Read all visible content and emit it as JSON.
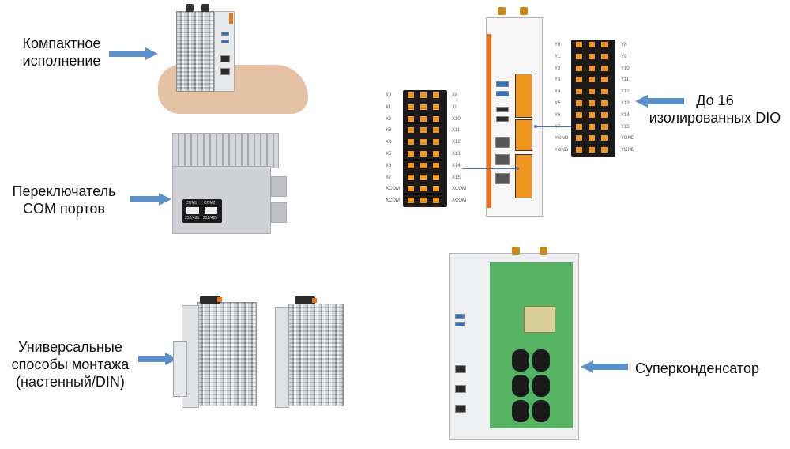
{
  "labels": {
    "compact": [
      "Компактное",
      "исполнение"
    ],
    "com_switch": [
      "Переключатель",
      "COM портов"
    ],
    "dio": [
      "До 16",
      "изолированных DIO"
    ],
    "mounting": [
      "Универсальные",
      "способы монтажа",
      "(настенный/DIN)"
    ],
    "supercap": [
      "Суперконденсатор"
    ]
  },
  "switch_panel": {
    "top": [
      "COM1",
      "COM2"
    ],
    "bottom": [
      "232/485",
      "232/485"
    ]
  },
  "terminals": {
    "left_x_left": [
      "X0",
      "X1",
      "X2",
      "X3",
      "X4",
      "X5",
      "X6",
      "X7",
      "XCOM",
      "XCOM"
    ],
    "left_x_right": [
      "X8",
      "X9",
      "X10",
      "X11",
      "X12",
      "X13",
      "X14",
      "X15",
      "XCOM",
      "XCOM"
    ],
    "right_y_left": [
      "Y0",
      "Y1",
      "Y2",
      "Y3",
      "Y4",
      "Y5",
      "Y6",
      "Y7",
      "YGND",
      "YGND"
    ],
    "right_y_right": [
      "Y8",
      "Y9",
      "Y10",
      "Y11",
      "Y12",
      "Y13",
      "Y14",
      "Y15",
      "YGND",
      "YGND"
    ]
  },
  "colors": {
    "arrow": "#5b8fc9",
    "terminal_pin": "#f0961e",
    "accent_orange": "#e8731d"
  }
}
